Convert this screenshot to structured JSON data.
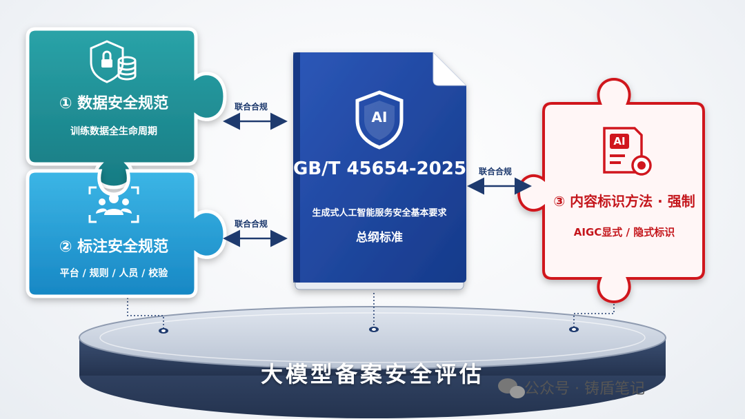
{
  "center_book": {
    "code": "GB/T 45654-2025",
    "name": "生成式人工智能服务安全基本要求",
    "type": "总纲标准",
    "badge": "AI"
  },
  "pieces": [
    {
      "title": "① 数据安全规范",
      "subtitle": "训练数据全生命周期",
      "icon": "shield-lock-database-icon",
      "color": "#1f8f96"
    },
    {
      "title": "② 标注安全规范",
      "subtitle": "平台 / 规则 / 人员 / 校验",
      "icon": "team-scan-icon",
      "color": "#1f9fd6"
    },
    {
      "title": "③ 内容标识方法 · 强制",
      "subtitle": "AIGC显式 / 隐式标识",
      "icon": "ai-document-icon",
      "color": "#d0161e"
    }
  ],
  "connectors": [
    "联合合规",
    "联合合规",
    "联合合规"
  ],
  "platform": {
    "title": "大模型备案安全评估"
  },
  "watermark": {
    "text": "公众号 · 铸盾笔记",
    "icon": "wechat-icon"
  }
}
